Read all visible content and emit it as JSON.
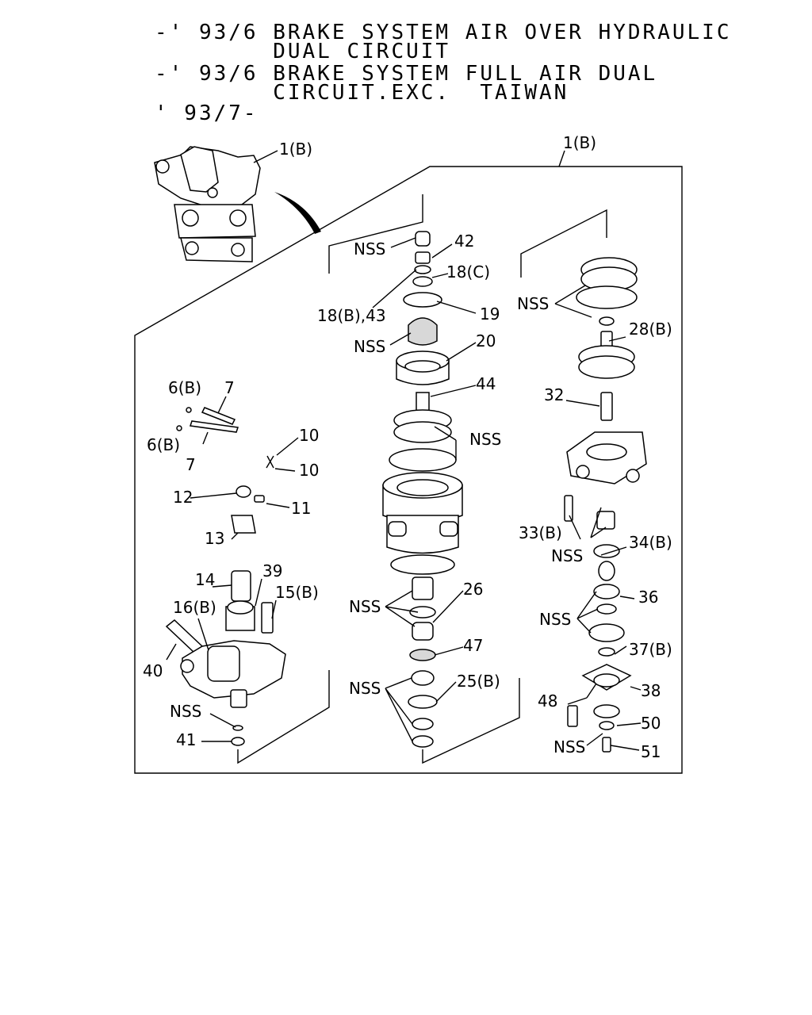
{
  "header": {
    "lines": [
      "-' 93/6 BRAKE SYSTEM AIR OVER HYDRAULIC",
      "        DUAL CIRCUIT",
      "-' 93/6 BRAKE SYSTEM FULL AIR DUAL",
      "        CIRCUIT.EXC.  TAIWAN",
      "' 93/7-"
    ]
  },
  "callouts": {
    "assy_top": "1(B)",
    "assy_box": "1(B)",
    "p42": "42",
    "p18c": "18(C)",
    "p18b43": "18(B),43",
    "p19": "19",
    "p20": "20",
    "p44": "44",
    "p26": "26",
    "p47": "47",
    "p25b": "25(B)",
    "p6b_a": "6(B)",
    "p6b_b": "6(B)",
    "p7_a": "7",
    "p7_b": "7",
    "p10_a": "10",
    "p10_b": "10",
    "p12": "12",
    "p11": "11",
    "p13": "13",
    "p14": "14",
    "p39": "39",
    "p15b": "15(B)",
    "p16b": "16(B)",
    "p40": "40",
    "p41": "41",
    "p28b": "28(B)",
    "p32": "32",
    "p33b": "33(B)",
    "p34b": "34(B)",
    "p36": "36",
    "p37b": "37(B)",
    "p38": "38",
    "p48": "48",
    "p50": "50",
    "p51": "51",
    "nss": "NSS"
  }
}
